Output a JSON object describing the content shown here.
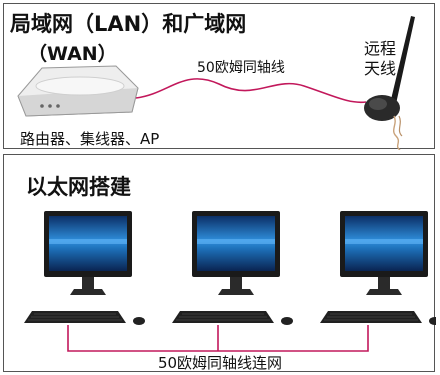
{
  "top_panel": {
    "title": "局域网（LAN）和广域网",
    "subtitle": "（WAN）",
    "cable_label": "50欧姆同轴线",
    "antenna_label_line1": "远程",
    "antenna_label_line2": "天线",
    "device_label": "路由器、集线器、AP"
  },
  "bottom_panel": {
    "title": "以太网搭建",
    "lan_cable_label": "50欧姆同轴线连网"
  },
  "colors": {
    "cable": "#c2185b",
    "border": "#555555",
    "screen": "#1d6fb8",
    "monitor_body": "#1a1a1a",
    "router_body": "#e8e8e8"
  },
  "icons": [
    "router-icon",
    "antenna-icon",
    "monitor-icon",
    "keyboard-icon",
    "mouse-icon"
  ]
}
